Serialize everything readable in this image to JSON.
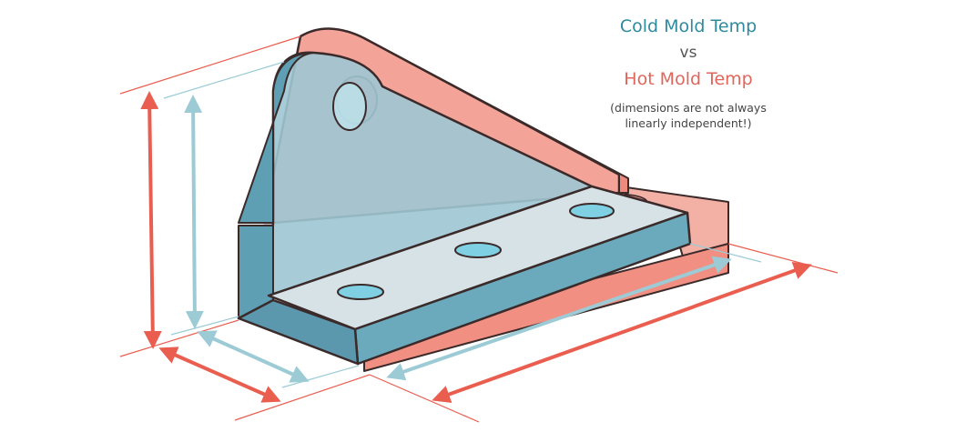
{
  "legend": {
    "cold_label": "Cold Mold Temp",
    "vs_label": "vs",
    "hot_label": "Hot Mold Temp",
    "note_line1": "(dimensions are not always",
    "note_line2": "linearly independent!)"
  },
  "colors": {
    "cold": "#2e8a9d",
    "cold_fill": "#8fc3d1",
    "hot": "#e0665b",
    "hot_fill": "#f2a79c",
    "outline": "#3b2a2a"
  },
  "icons": {
    "cold_part": "bracket-icon",
    "hot_part": "bracket-icon"
  }
}
